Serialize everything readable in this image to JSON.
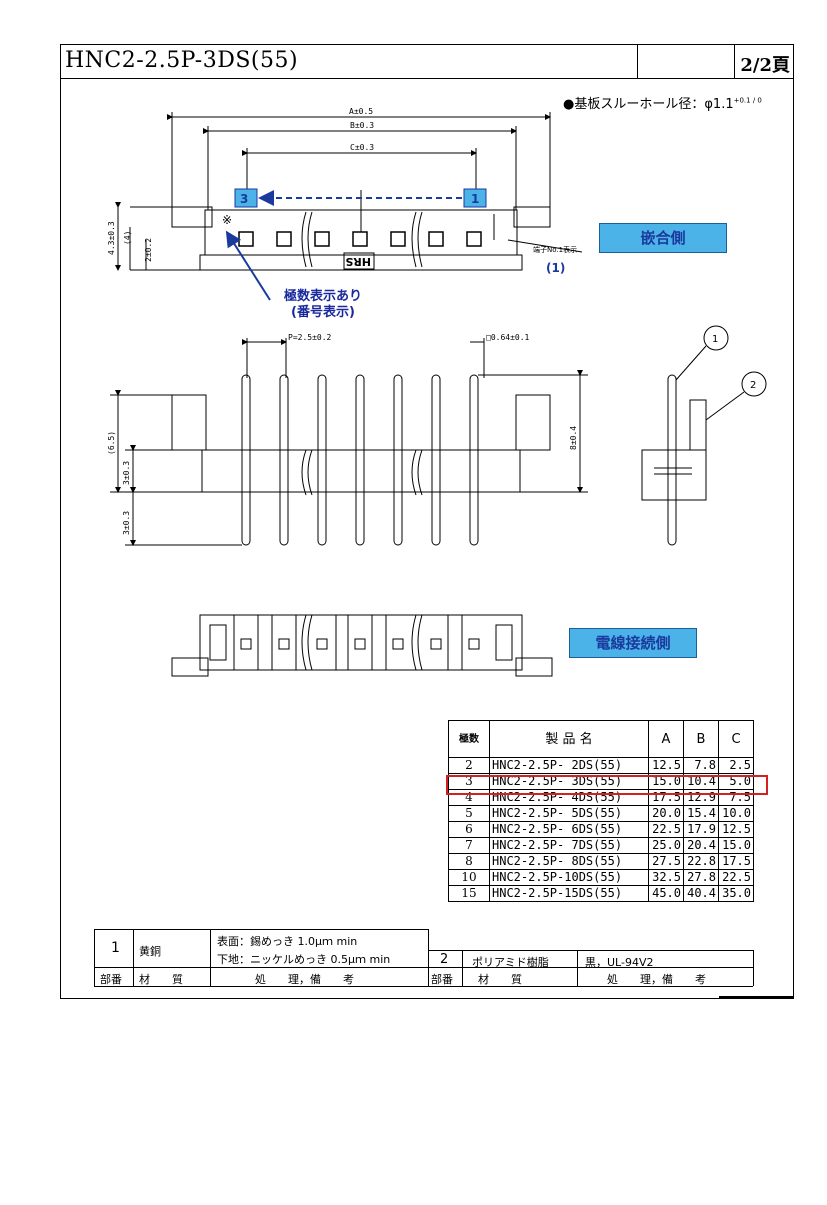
{
  "title": "HNC2-2.5P-3DS(55)",
  "page_label": "2/2頁",
  "through_hole": "●基板スルーホール径：φ1.1",
  "through_hole_tol": "+0.1 / 0",
  "labels": {
    "mating_side": "嵌合側",
    "wire_side": "電線接続側",
    "polarity_note_1": "極数表示あり",
    "polarity_note_2": "(番号表示)",
    "pin_no1": "端子No.1表示",
    "pin_no1_mark": "(1)",
    "marker_left": "3",
    "marker_right": "1",
    "logo": "HRS",
    "balloon_1": "1",
    "balloon_2": "2"
  },
  "dimensions": {
    "a": "A±0.5",
    "b": "B±0.3",
    "c": "C±0.3",
    "h1": "4.3±0.3",
    "h2": "(4)",
    "h3": "2±0.2",
    "pitch": "P=2.5±0.2",
    "pin_sq": "□0.64±0.1",
    "v1": "(6.5)",
    "v2": "3±0.3",
    "v3": "3±0.3",
    "v4": "8±0.4"
  },
  "table": {
    "headers": [
      "極数",
      "製 品 名",
      "A",
      "B",
      "C"
    ],
    "rows": [
      [
        "2",
        "HNC2-2.5P- 2DS(55)",
        "12.5",
        "7.8",
        "2.5"
      ],
      [
        "3",
        "HNC2-2.5P- 3DS(55)",
        "15.0",
        "10.4",
        "5.0"
      ],
      [
        "4",
        "HNC2-2.5P- 4DS(55)",
        "17.5",
        "12.9",
        "7.5"
      ],
      [
        "5",
        "HNC2-2.5P- 5DS(55)",
        "20.0",
        "15.4",
        "10.0"
      ],
      [
        "6",
        "HNC2-2.5P- 6DS(55)",
        "22.5",
        "17.9",
        "12.5"
      ],
      [
        "7",
        "HNC2-2.5P- 7DS(55)",
        "25.0",
        "20.4",
        "15.0"
      ],
      [
        "8",
        "HNC2-2.5P- 8DS(55)",
        "27.5",
        "22.8",
        "17.5"
      ],
      [
        "10",
        "HNC2-2.5P-10DS(55)",
        "32.5",
        "27.8",
        "22.5"
      ],
      [
        "15",
        "HNC2-2.5P-15DS(55)",
        "45.0",
        "40.4",
        "35.0"
      ]
    ]
  },
  "materials": {
    "part1_no": "1",
    "part1_mat": "黄銅",
    "part1_finish1": "表面：錫めっき 1.0μｍ min",
    "part1_finish2": "下地：ニッケルめっき 0.5μｍ min",
    "part2_no": "2",
    "part2_mat": "ポリアミド樹脂",
    "part2_finish": "黒，UL-94V2",
    "h_part": "部番",
    "h_mat": "材　　質",
    "h_finish": "処　　理，備　　考",
    "h_part2": "部番",
    "h_mat2": "材　　質",
    "h_finish2": "処　　理，備　　考"
  }
}
